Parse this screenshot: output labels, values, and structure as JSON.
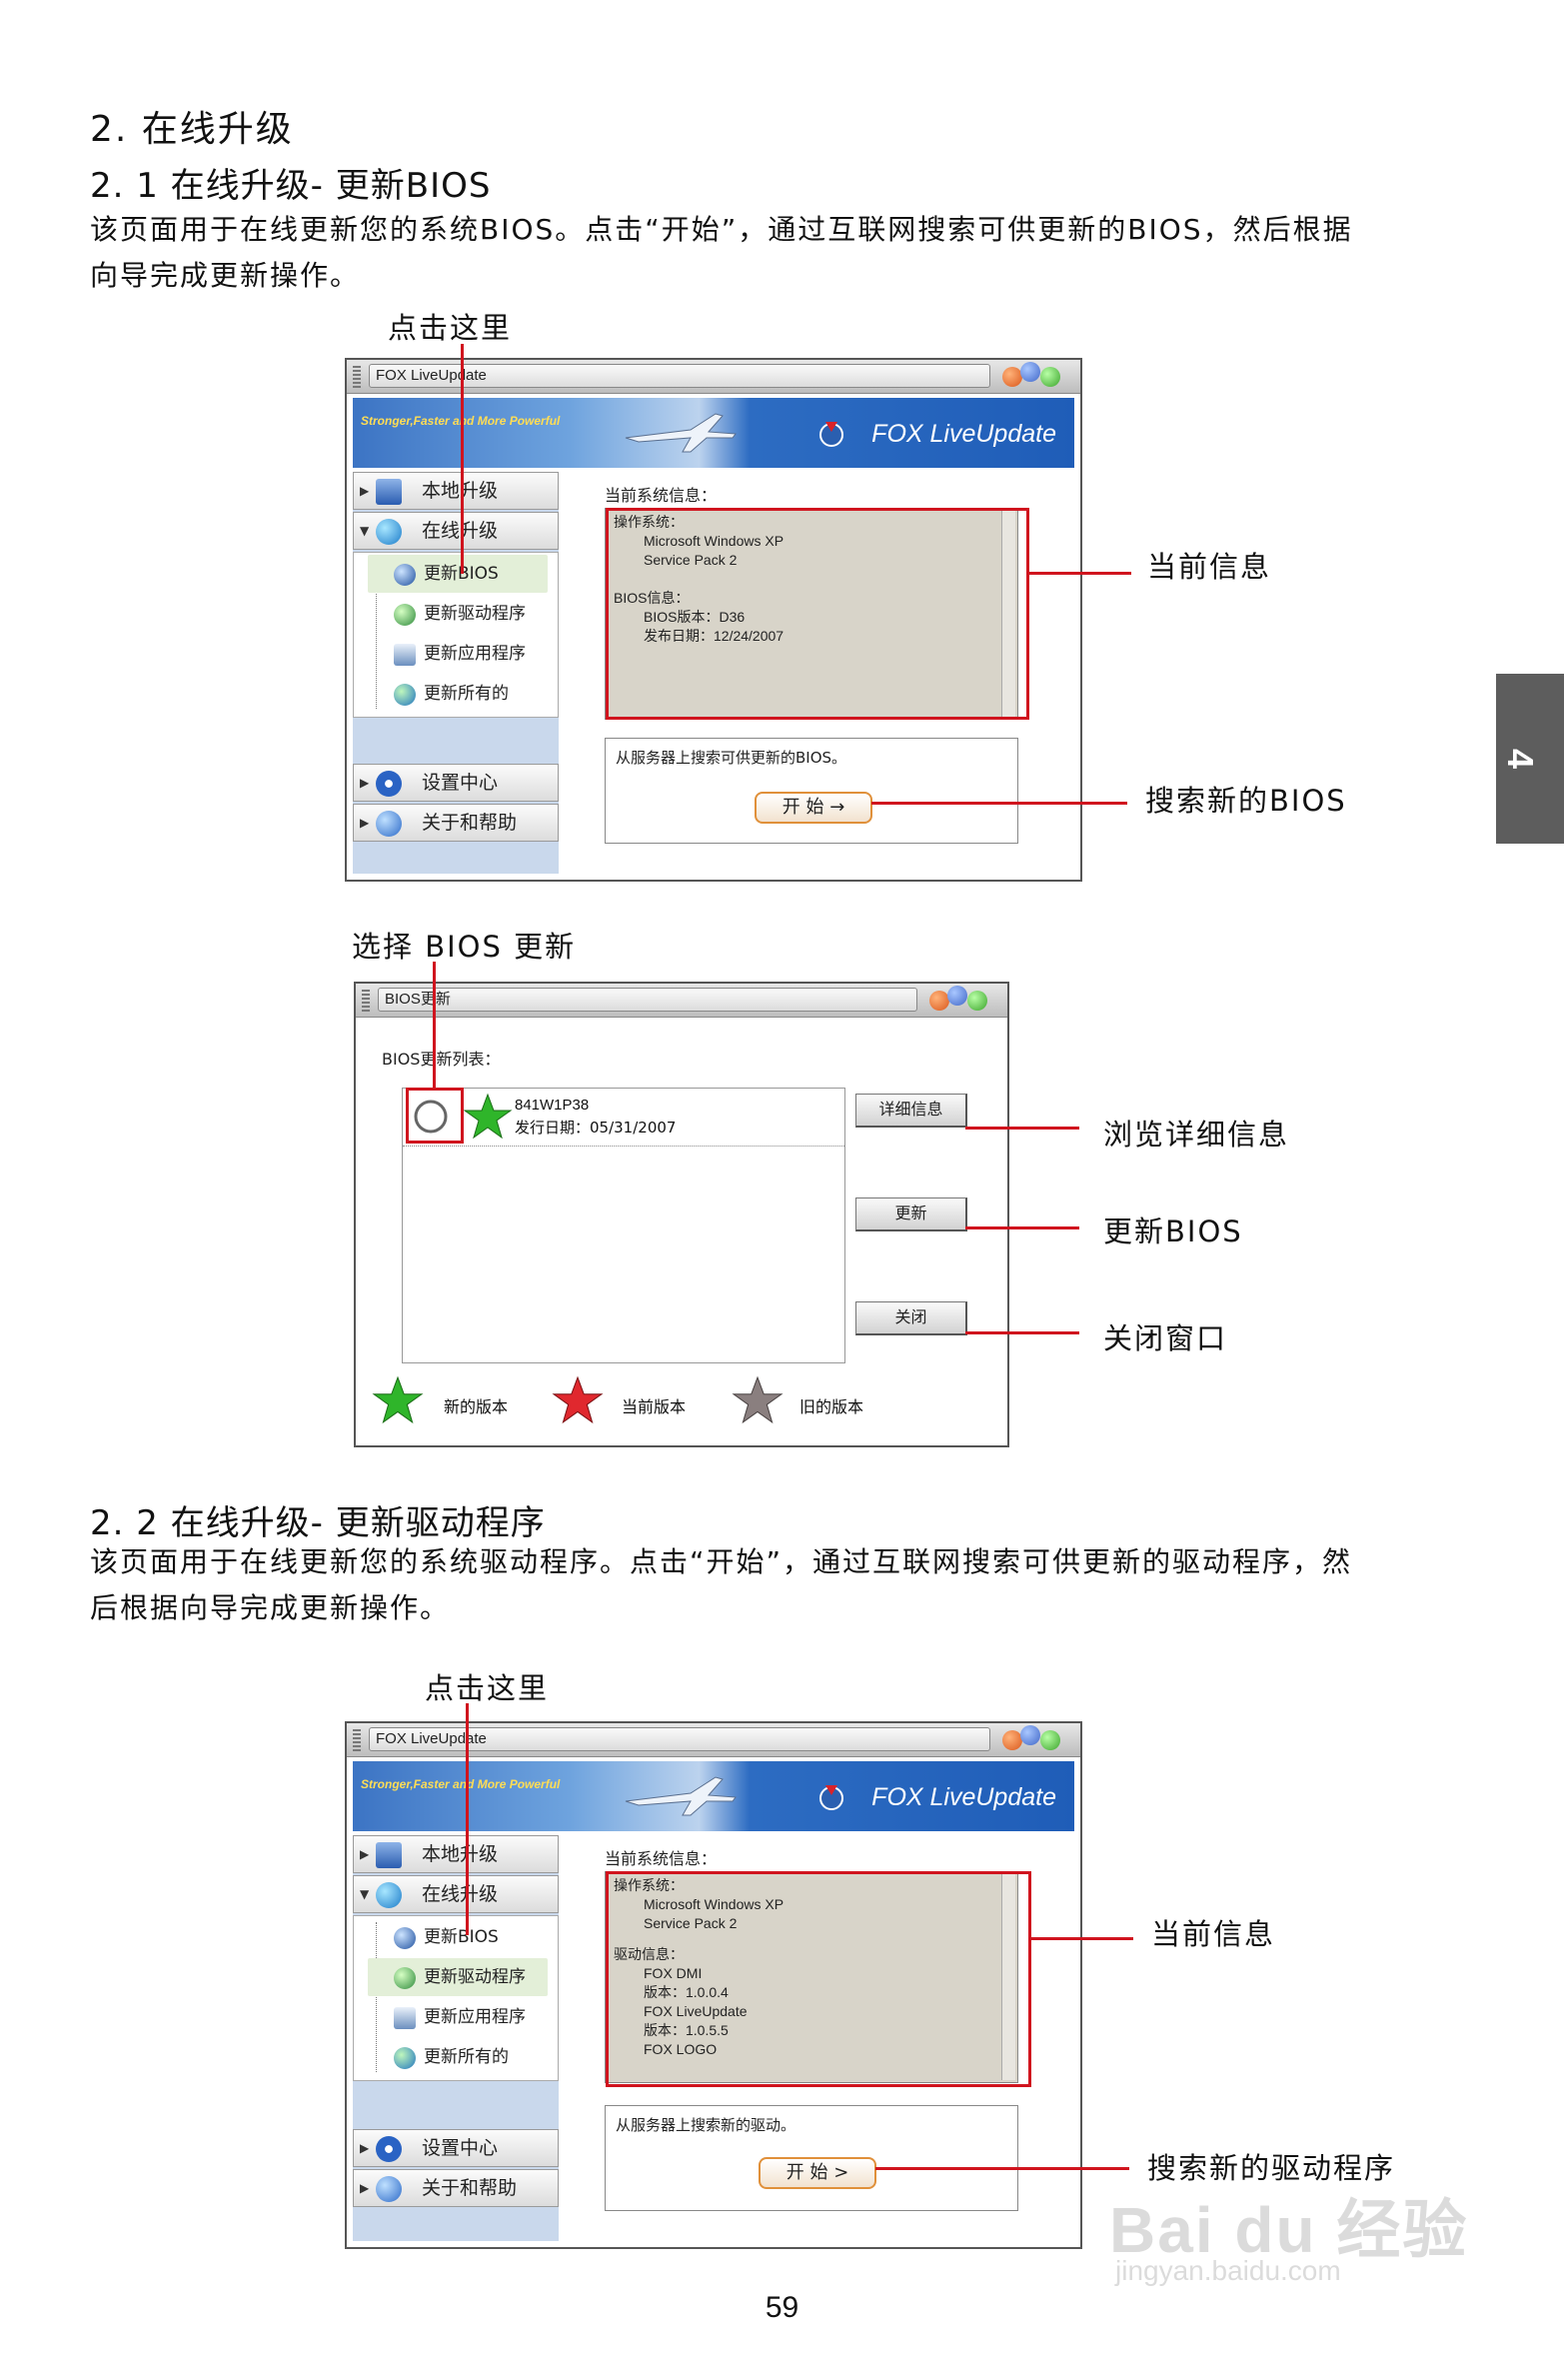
{
  "section": {
    "heading": "2.  在线升级",
    "sub1": {
      "heading": "2. 1  在线升级- 更新BIOS",
      "line1": "该页面用于在线更新您的系统BIOS。点击“开始”，通过互联网搜索可供更新的BIOS，然后根据",
      "line2": "向导完成更新操作。"
    },
    "sub2": {
      "heading": "2. 2  在线升级- 更新驱动程序",
      "line1": "该页面用于在线更新您的系统驱动程序。点击“开始”，通过互联网搜索可供更新的驱动程序，然",
      "line2": "后根据向导完成更新操作。"
    }
  },
  "callouts": {
    "click_here_1": "点击这里",
    "current_info_1": "当前信息",
    "search_bios": "搜索新的BIOS",
    "select_bios": "选择  BIOS  更新",
    "browse_details": "浏览详细信息",
    "update_bios": "更新BIOS",
    "close_window": "关闭窗口",
    "click_here_2": "点击这里",
    "current_info_2": "当前信息",
    "search_driver": "搜索新的驱动程序"
  },
  "app": {
    "title": "FOX LiveUpdate",
    "slogan": "Stronger,Faster and More Powerful",
    "product": "FOX LiveUpdate",
    "nav": {
      "local": "本地升级",
      "online": "在线升级",
      "settings": "设置中心",
      "about": "关于和帮助"
    },
    "sub": {
      "bios": "更新BIOS",
      "driver": "更新驱动程序",
      "app": "更新应用程序",
      "all": "更新所有的"
    },
    "info_title": "当前系统信息：",
    "start_label": "开  始",
    "start_arrow": "→",
    "start_arrow2": ">"
  },
  "shot1": {
    "os_label": "操作系统：",
    "os_name": "Microsoft Windows XP",
    "os_sp": "Service Pack 2",
    "bios_label": "BIOS信息：",
    "bios_version": "BIOS版本：D36",
    "bios_date": "发布日期：12/24/2007",
    "action_text": "从服务器上搜索可供更新的BIOS。"
  },
  "bios_dialog": {
    "title": "BIOS更新",
    "list_label": "BIOS更新列表：",
    "item_name": "841W1P38",
    "item_date": "发行日期：05/31/2007",
    "btn_details": "详细信息",
    "btn_update": "更新",
    "btn_close": "关闭",
    "legend_new": "新的版本",
    "legend_current": "当前版本",
    "legend_old": "旧的版本",
    "color_new": "#2fb52a",
    "color_current": "#e0282e",
    "color_old": "#8a7f7f"
  },
  "shot2": {
    "os_label": "操作系统：",
    "os_name": "Microsoft Windows XP",
    "os_sp": "Service Pack 2",
    "drv_label": "驱动信息：",
    "drv1": "FOX DMI",
    "drv1_ver": "版本：1.0.0.4",
    "drv2": "FOX LiveUpdate",
    "drv2_ver": "版本：1.0.5.5",
    "drv3": "FOX LOGO",
    "action_text": "从服务器上搜索新的驱动。"
  },
  "page_number": "59",
  "chapter_tab": "4",
  "watermark": {
    "brand": "Bai du 经验",
    "url": "jingyan.baidu.com"
  }
}
